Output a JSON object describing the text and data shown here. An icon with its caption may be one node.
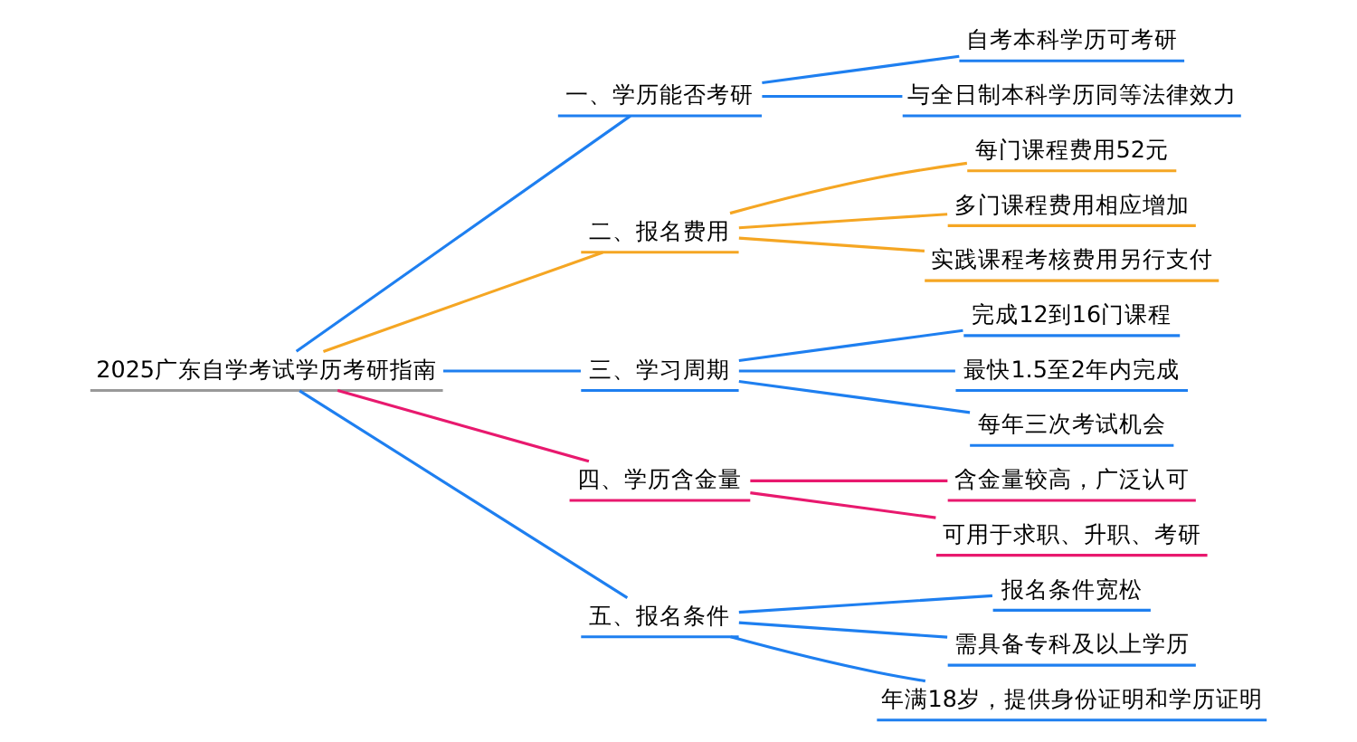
{
  "diagram": {
    "nodes": [
      {
        "text": [
          "2025广东自学考试学历考研指南"
        ]
      },
      {
        "text": [
          "一、学历能否考研"
        ]
      },
      {
        "text": [
          "自考本科学历可考研"
        ]
      },
      {
        "text": [
          "与全日制本科学历同等法律效力"
        ]
      },
      {
        "text": [
          "二、报名费用"
        ]
      },
      {
        "text": [
          "每门课程费用52元"
        ]
      },
      {
        "text": [
          "多门课程费用相应增加"
        ]
      },
      {
        "text": [
          "实践课程考核费用另行支付"
        ]
      },
      {
        "text": [
          "三、学习周期"
        ]
      },
      {
        "text": [
          "完成12到16门课程"
        ]
      },
      {
        "text": [
          "最快1.5至2年内完成"
        ]
      },
      {
        "text": [
          "每年三次考试机会"
        ]
      },
      {
        "text": [
          "四、学历含金量"
        ]
      },
      {
        "text": [
          "含金量较高，广泛认可"
        ]
      },
      {
        "text": [
          "可用于求职、升职、考研"
        ]
      },
      {
        "text": [
          "五、报名条件"
        ]
      },
      {
        "text": [
          "报名条件宽松"
        ]
      },
      {
        "text": [
          "需具备专科及以上学历"
        ]
      },
      {
        "text": [
          "年满18岁，提供身份证明和学历证明"
        ]
      }
    ],
    "edges": [
      {
        "from": 0,
        "to": 1,
        "arrow": "none"
      },
      {
        "from": 1,
        "to": 2,
        "arrow": "none"
      },
      {
        "from": 1,
        "to": 3,
        "arrow": "none"
      },
      {
        "from": 0,
        "to": 4,
        "arrow": "none",
        "color": "#f5a623"
      },
      {
        "from": 4,
        "to": 5,
        "arrow": "none",
        "color": "#f5a623"
      },
      {
        "from": 4,
        "to": 6,
        "arrow": "none",
        "color": "#f5a623"
      },
      {
        "from": 4,
        "to": 7,
        "arrow": "none",
        "color": "#f5a623"
      },
      {
        "from": 0,
        "to": 8,
        "arrow": "none"
      },
      {
        "from": 8,
        "to": 9,
        "arrow": "none"
      },
      {
        "from": 8,
        "to": 10,
        "arrow": "none"
      },
      {
        "from": 8,
        "to": 11,
        "arrow": "none"
      },
      {
        "from": 0,
        "to": 12,
        "arrow": "none",
        "color": "#e8196e"
      },
      {
        "from": 12,
        "to": 13,
        "arrow": "none",
        "color": "#e8196e"
      },
      {
        "from": 12,
        "to": 14,
        "arrow": "none",
        "color": "#e8196e"
      },
      {
        "from": 0,
        "to": 15,
        "arrow": "none"
      },
      {
        "from": 15,
        "to": 16,
        "arrow": "none"
      },
      {
        "from": 15,
        "to": 17,
        "arrow": "none"
      },
      {
        "from": 15,
        "to": 18,
        "arrow": "none"
      }
    ]
  }
}
